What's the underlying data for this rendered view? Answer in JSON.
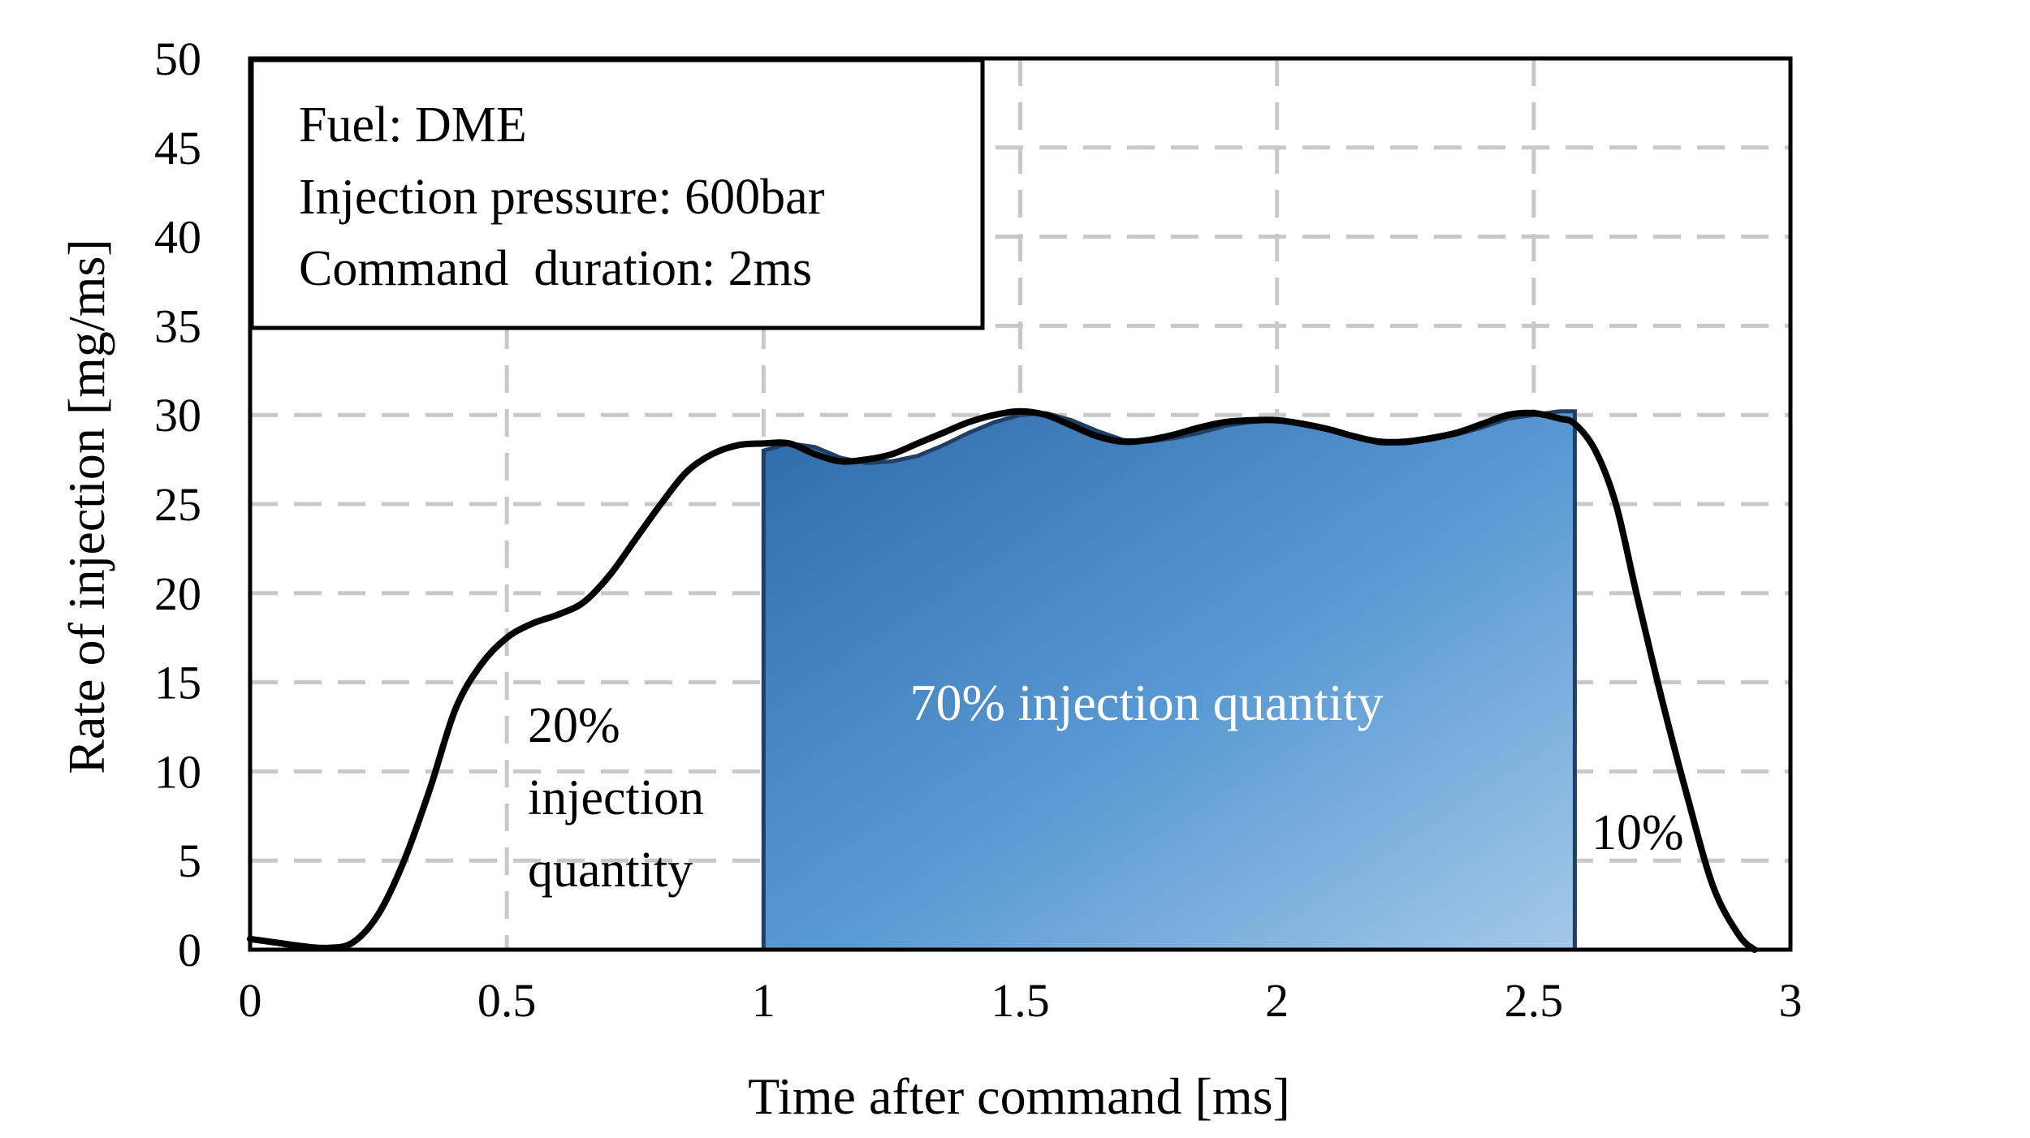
{
  "chart_data": {
    "type": "line",
    "xlabel": "Time after command [ms]",
    "ylabel": "Rate of injection [mg/ms]",
    "xlim": [
      0,
      3
    ],
    "ylim": [
      0,
      50
    ],
    "xticks": [
      0,
      0.5,
      1,
      1.5,
      2,
      2.5,
      3
    ],
    "xtick_labels": [
      "0",
      "0.5",
      "1",
      "1.5",
      "2",
      "2.5",
      "3"
    ],
    "yticks": [
      0,
      5,
      10,
      15,
      20,
      25,
      30,
      35,
      40,
      45,
      50
    ],
    "ytick_labels": [
      "0",
      "5",
      "10",
      "15",
      "20",
      "25",
      "30",
      "35",
      "40",
      "45",
      "50"
    ],
    "grid": true,
    "series": [
      {
        "x": [
          0,
          0.05,
          0.1,
          0.15,
          0.2,
          0.25,
          0.3,
          0.35,
          0.4,
          0.45,
          0.5,
          0.55,
          0.6,
          0.65,
          0.7,
          0.75,
          0.8,
          0.85,
          0.9,
          0.95,
          1.0,
          1.05,
          1.1,
          1.15,
          1.2,
          1.25,
          1.3,
          1.35,
          1.4,
          1.45,
          1.5,
          1.55,
          1.6,
          1.65,
          1.7,
          1.75,
          1.8,
          1.85,
          1.9,
          1.95,
          2.0,
          2.05,
          2.1,
          2.15,
          2.2,
          2.25,
          2.3,
          2.35,
          2.4,
          2.45,
          2.5,
          2.55,
          2.58,
          2.62,
          2.66,
          2.7,
          2.75,
          2.8,
          2.85,
          2.9,
          2.93
        ],
        "values": [
          0.6,
          0.4,
          0.2,
          0.1,
          0.4,
          2.0,
          5.0,
          9.0,
          13.5,
          16.0,
          17.5,
          18.3,
          18.8,
          19.5,
          21.0,
          23.0,
          25.0,
          26.8,
          27.8,
          28.3,
          28.4,
          28.4,
          27.8,
          27.4,
          27.5,
          27.8,
          28.4,
          29.0,
          29.6,
          30.0,
          30.2,
          30.0,
          29.4,
          28.8,
          28.5,
          28.6,
          28.9,
          29.3,
          29.6,
          29.7,
          29.7,
          29.5,
          29.2,
          28.8,
          28.5,
          28.5,
          28.7,
          29.0,
          29.5,
          30.0,
          30.1,
          29.8,
          29.5,
          28.0,
          25.0,
          20.0,
          14.0,
          8.5,
          3.5,
          0.8,
          0
        ]
      }
    ],
    "shaded_region": {
      "x_start": 1.0,
      "x_end": 2.58,
      "top": [
        [
          1.0,
          28.0
        ],
        [
          1.05,
          28.4
        ],
        [
          1.1,
          28.2
        ],
        [
          1.15,
          27.6
        ],
        [
          1.2,
          27.3
        ],
        [
          1.25,
          27.4
        ],
        [
          1.3,
          27.7
        ],
        [
          1.35,
          28.3
        ],
        [
          1.4,
          29.0
        ],
        [
          1.45,
          29.6
        ],
        [
          1.5,
          30.0
        ],
        [
          1.55,
          30.1
        ],
        [
          1.6,
          29.7
        ],
        [
          1.65,
          29.1
        ],
        [
          1.7,
          28.6
        ],
        [
          1.75,
          28.5
        ],
        [
          1.8,
          28.7
        ],
        [
          1.85,
          29.0
        ],
        [
          1.9,
          29.4
        ],
        [
          1.95,
          29.6
        ],
        [
          2.0,
          29.7
        ],
        [
          2.05,
          29.5
        ],
        [
          2.1,
          29.2
        ],
        [
          2.15,
          28.8
        ],
        [
          2.2,
          28.4
        ],
        [
          2.25,
          28.4
        ],
        [
          2.3,
          28.6
        ],
        [
          2.35,
          28.9
        ],
        [
          2.4,
          29.3
        ],
        [
          2.45,
          29.8
        ],
        [
          2.5,
          30.0
        ],
        [
          2.55,
          30.2
        ],
        [
          2.58,
          30.2
        ]
      ]
    },
    "legend_box": {
      "lines": [
        "Fuel: DME",
        "Injection pressure: 600bar",
        "Command  duration: 2ms"
      ]
    },
    "annotations": {
      "left": [
        "20%",
        "injection",
        "quantity"
      ],
      "middle": "70% injection quantity",
      "right": "10%"
    },
    "colors": {
      "line": "#000000",
      "fill_dark": "#2e6aa8",
      "fill_mid": "#5b9bd5",
      "fill_light": "#9cc3e6",
      "fill_border": "#1f3f66",
      "grid": "#c8c8c8"
    }
  }
}
